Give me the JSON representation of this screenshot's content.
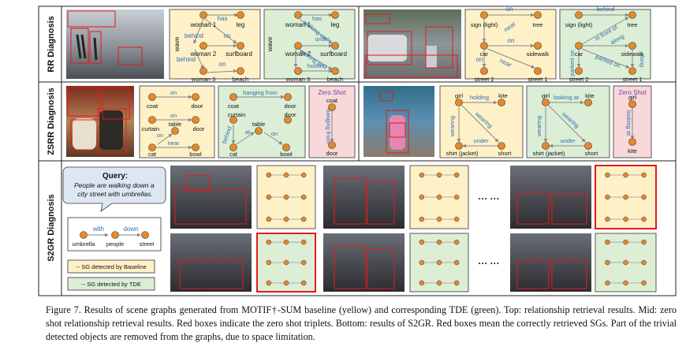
{
  "colors": {
    "baseline": "#fff1c7",
    "tde": "#dcefd6",
    "zeroshot": "#f8d8d8",
    "node": "#e6892b",
    "edge_label": "#2f6bb5",
    "red": "#e31b1b"
  },
  "rows": {
    "rr": "RR Diagnosis",
    "zsrr": "ZSRR Diagnosis",
    "s2gr": "S2GR Diagnosis"
  },
  "rr_left": {
    "baseline": {
      "nodes": [
        "woman 1",
        "leg",
        "woman 2",
        "surfboard",
        "woman 3",
        "beach"
      ],
      "edges": [
        "has",
        "behind",
        "on",
        "wave",
        "behind",
        "on"
      ]
    },
    "tde": {
      "nodes": [
        "woman 1",
        "leg",
        "woman 2",
        "surfboard",
        "woman 3",
        "beach"
      ],
      "edges": [
        "has",
        "walking on",
        "under",
        "wave",
        "walking on",
        "holding",
        "walking on"
      ]
    }
  },
  "rr_right": {
    "baseline": {
      "nodes": [
        "sign (light)",
        "tree",
        "car",
        "sidewalk",
        "street 2",
        "street 1"
      ],
      "edges": [
        "on",
        "near",
        "on",
        "on",
        "near"
      ]
    },
    "tde": {
      "nodes": [
        "sign (light)",
        "tree",
        "car",
        "sidewalk",
        "street 2",
        "street 1"
      ],
      "edges": [
        "behind",
        "in front of",
        "along",
        "parked on",
        "parked on",
        "along"
      ]
    }
  },
  "zsrr_left": {
    "baseline": {
      "nodes": [
        "coat",
        "door",
        "curtain",
        "door",
        "table",
        "cat",
        "bowl"
      ],
      "edges": [
        "on",
        "on",
        "on",
        "near"
      ]
    },
    "tde": {
      "nodes": [
        "coat",
        "door",
        "curtain",
        "door",
        "table",
        "cat",
        "bowl"
      ],
      "edges": [
        "hanging from",
        "behind",
        "at",
        "on"
      ]
    },
    "zeroshot": {
      "title": "Zero Shot",
      "nodes": [
        "coat",
        "door"
      ],
      "edge": "hanging from"
    }
  },
  "zsrr_right": {
    "baseline": {
      "nodes": [
        "girl",
        "kite",
        "shirt (jacket)",
        "short"
      ],
      "edges": [
        "holding",
        "wearing",
        "wearing",
        "under"
      ]
    },
    "tde": {
      "nodes": [
        "girl",
        "kite",
        "shirt (jacket)",
        "short"
      ],
      "edges": [
        "looking at",
        "wearing",
        "wearing",
        "under"
      ]
    },
    "zeroshot": {
      "title": "Zero Shot",
      "nodes": [
        "girl",
        "kite"
      ],
      "edge": "looking at"
    }
  },
  "s2gr": {
    "query_title": "Query:",
    "query_text": "People are walking down a city street with umbrellas.",
    "query_nodes": [
      "umbrella",
      "people",
      "street"
    ],
    "query_edges": [
      "with",
      "down"
    ],
    "legend_baseline": "-- SG detected by Baseline",
    "legend_tde": "-- SG detected by TDE",
    "ellipsis": "··· ···"
  },
  "caption": "Figure 7.   Results of scene graphs generated from MOTIF†-SUM baseline (yellow) and corresponding TDE (green).  Top: relationship retrieval results.  Mid: zero shot relationship retrieval results. Red boxes indicate the zero shot triplets. Bottom: results of S2GR. Red boxes mean the correctly retrieved SGs. Part of the trivial detected objects are removed from the graphs, due to space limitation."
}
